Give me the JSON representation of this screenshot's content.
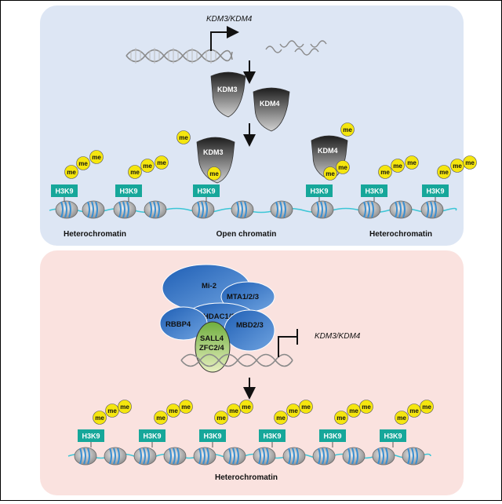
{
  "colors": {
    "top_panel": "#dde6f4",
    "bottom_panel": "#fae2df",
    "h3k9": "#16a79a",
    "me": "#f5e60f",
    "dna_line": "#3cc6d6",
    "nucleosome_stripe": "#3b8fd1",
    "complex_blue": "#2f6fc0",
    "sall4_green": "#7cb342"
  },
  "top": {
    "gene_label": "KDM3/KDM4",
    "enzyme_a": "KDM3",
    "enzyme_b": "KDM4",
    "left_label": "Heterochromatin",
    "middle_label": "Open chromatin",
    "right_label": "Heterochromatin"
  },
  "bottom": {
    "gene_label": "KDM3/KDM4",
    "mi2": "Mi-2",
    "mta": "MTA1/2/3",
    "hdac": "HDAC1/2",
    "rbbp4": "RBBP4",
    "mbd": "MBD2/3",
    "sall4": "SALL4",
    "zfc": "ZFC2/4",
    "label": "Heterochromatin"
  },
  "marks": {
    "h3k9": "H3K9",
    "me": "me"
  }
}
